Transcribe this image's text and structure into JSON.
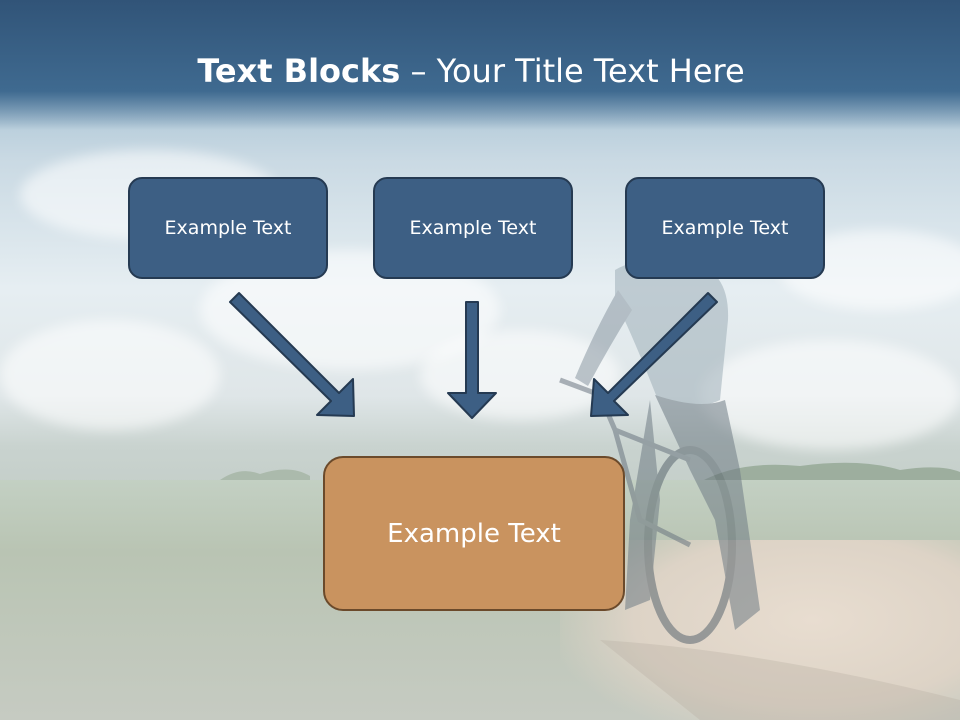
{
  "title": {
    "bold": "Text Blocks",
    "separator": " – ",
    "rest": "Your Title Text Here"
  },
  "boxes": [
    {
      "label": "Example Text"
    },
    {
      "label": "Example Text"
    },
    {
      "label": "Example Text"
    }
  ],
  "main_box": {
    "label": "Example Text"
  },
  "colors": {
    "title_band": "#315478",
    "box_fill": "#3d5f84",
    "box_border": "#253a52",
    "main_fill": "#c9935f",
    "main_border": "#6b4a2b",
    "arrow_fill": "#3d5f84",
    "arrow_stroke": "#253a52"
  }
}
